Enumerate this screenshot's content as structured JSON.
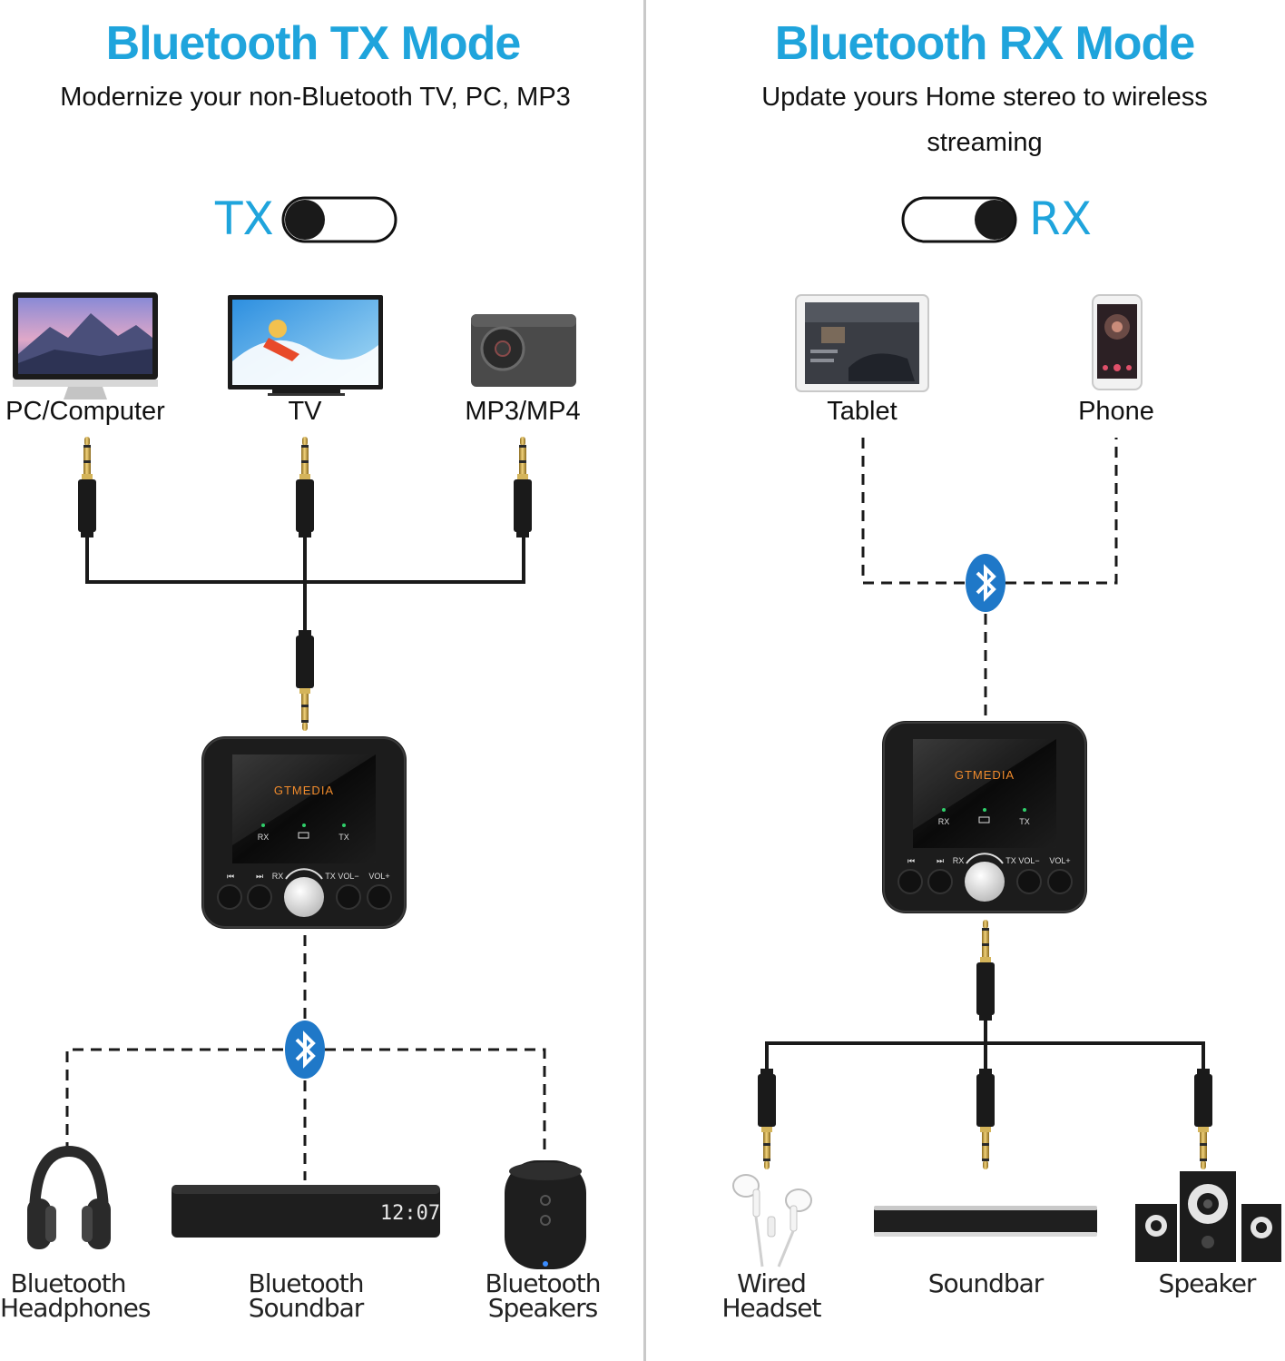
{
  "tx_panel": {
    "title": "Bluetooth TX Mode",
    "subtitle": "Modernize your non-Bluetooth TV, PC, MP3",
    "switch_label": "TX",
    "sources": [
      "PC/Computer",
      "TV",
      "MP3/MP4"
    ],
    "outputs": [
      {
        "line1": "Bluetooth",
        "line2": "Headphones"
      },
      {
        "line1": "Bluetooth",
        "line2": "Soundbar"
      },
      {
        "line1": "Bluetooth",
        "line2": "Speakers"
      }
    ]
  },
  "rx_panel": {
    "title": "Bluetooth RX Mode",
    "subtitle_line1": "Update yours Home stereo to wireless",
    "subtitle_line2": "streaming",
    "switch_label": "RX",
    "sources": [
      "Tablet",
      "Phone"
    ],
    "outputs": [
      {
        "line1": "Wired",
        "line2": "Headset"
      },
      {
        "line1": "Soundbar",
        "line2": ""
      },
      {
        "line1": "Speaker",
        "line2": ""
      }
    ]
  },
  "device": {
    "brand": "GTMEDIA",
    "indicators": [
      "RX",
      "TX"
    ],
    "buttons": [
      "⏮",
      "⏭",
      "RX",
      "TX",
      "VOL−",
      "VOL+"
    ]
  },
  "soundbar_clock": "12:07",
  "colors": {
    "accent": "#1fa4dc",
    "device": "#1c1c1c",
    "cable": "#1a1a1a",
    "gold": "#c9a23a"
  },
  "icons": [
    "bluetooth-icon",
    "toggle-switch",
    "monitor-icon",
    "tv-icon",
    "mp3-player-icon",
    "tablet-icon",
    "phone-icon",
    "headphones-icon",
    "soundbar-icon",
    "speaker-icon",
    "earphones-icon",
    "speaker-set-icon",
    "audio-jack-icon"
  ]
}
